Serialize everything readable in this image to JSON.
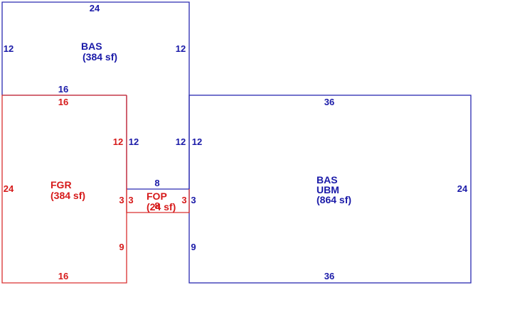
{
  "colors": {
    "main_line": "#2a2ab0",
    "main_text": "#1a1aa8",
    "garage_line": "#d93030",
    "garage_text": "#d61a1a"
  },
  "areas": {
    "bas_upper": {
      "code": "BAS",
      "area": "(384 sf)"
    },
    "bas_ubm": {
      "code1": "BAS",
      "code2": "UBM",
      "area": "(864 sf)"
    },
    "fgr": {
      "code": "FGR",
      "area": "(384 sf)"
    },
    "fop": {
      "code": "FOP",
      "area": "(24 sf)"
    }
  },
  "dimensions": {
    "bas_top": "24",
    "bas_left": "12",
    "bas_right": "12",
    "bas_bottom": "16",
    "fgr_top": "16",
    "fgr_left": "24",
    "fgr_right_upper": "12",
    "fgr_right_lower_a": "3",
    "fgr_right_lower_b": "9",
    "fgr_bottom": "16",
    "notch_left": "12",
    "notch_right": "12",
    "fop_top": "8",
    "fop_left": "3",
    "fop_right": "3",
    "fop_bottom": "8",
    "ubm_left_a": "12",
    "ubm_left_b": "3",
    "ubm_left_c": "9",
    "ubm_top": "36",
    "ubm_right": "24",
    "ubm_bottom": "36"
  }
}
